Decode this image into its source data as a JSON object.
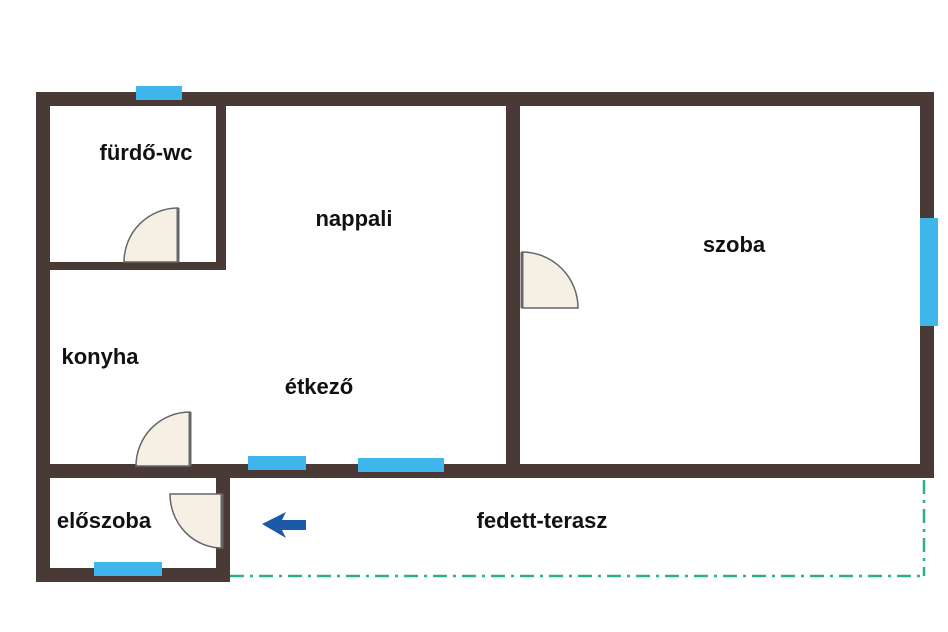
{
  "colors": {
    "wall": "#4a3a35",
    "window": "#3fb6ec",
    "door_fill": "#f6efe3",
    "door_stroke": "#666666",
    "terrace_line": "#2fae8a",
    "arrow": "#1c5aa8",
    "background": "#ffffff"
  },
  "rooms": {
    "furdo_wc": "fürdő-wc",
    "nappali": "nappali",
    "szoba": "szoba",
    "konyha": "konyha",
    "etkezo": "étkező",
    "eloszoba": "előszoba",
    "fedett_terasz": "fedett-terasz"
  },
  "icons": {
    "entrance": "arrow-left-icon"
  }
}
